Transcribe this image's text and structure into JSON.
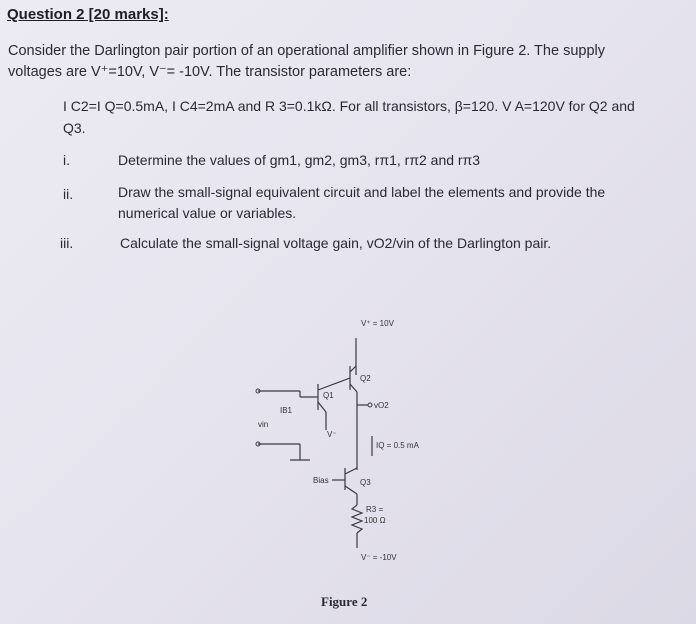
{
  "question": {
    "title": "Question 2 [20 marks]:",
    "intro_line1": "Consider the Darlington pair portion of an operational amplifier shown in Figure 2. The supply",
    "intro_line2": "voltages are V⁺=10V, V⁻= -10V. The transistor parameters are:",
    "params_line1": "I C2=I Q=0.5mA, I C4=2mA and R 3=0.1kΩ. For all transistors, β=120. V A=120V for Q2 and",
    "params_line2": "Q3.",
    "items": [
      {
        "num": "i.",
        "text": "Determine the values of gm1, gm2, gm3, rπ1, rπ2 and rπ3"
      },
      {
        "num": "ii.",
        "text": "Draw the small-signal equivalent circuit and label the elements and provide the",
        "text2": "numerical value or variables."
      },
      {
        "num": "iii.",
        "text": "Calculate the small-signal voltage gain, vO2/vin of the Darlington pair."
      }
    ]
  },
  "figure": {
    "caption": "Figure 2",
    "labels": {
      "vplus": "V⁺ = 10V",
      "q1": "Q1",
      "q2": "Q2",
      "q3": "Q3",
      "ib1": "IB1",
      "vin": "vin",
      "v": "V⁻",
      "vo2": "vO2",
      "iq": "IQ = 0.5 mA",
      "bias": "Bias",
      "r3": "R3 =",
      "r3val": "100 Ω",
      "vminus": "V⁻ = -10V"
    }
  }
}
